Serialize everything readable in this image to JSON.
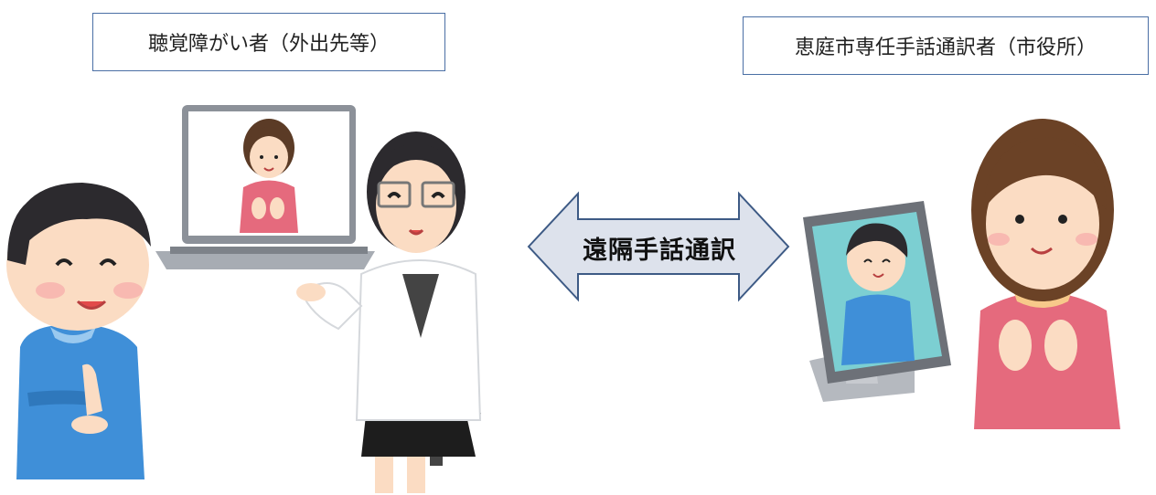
{
  "labels": {
    "left": "聴覚障がい者（外出先等）",
    "right": "恵庭市専任手話通訳者（市役所）"
  },
  "arrow": {
    "text": "遠隔手話通訳"
  },
  "colors": {
    "box_border": "#4a6fa5",
    "arrow_fill": "#dde2ec",
    "arrow_stroke": "#3d5a85",
    "boy_shirt": "#3f8fd8",
    "interpreter_shirt": "#e56a7d",
    "skin": "#fbdcc3",
    "hair": "#3b2a21"
  }
}
